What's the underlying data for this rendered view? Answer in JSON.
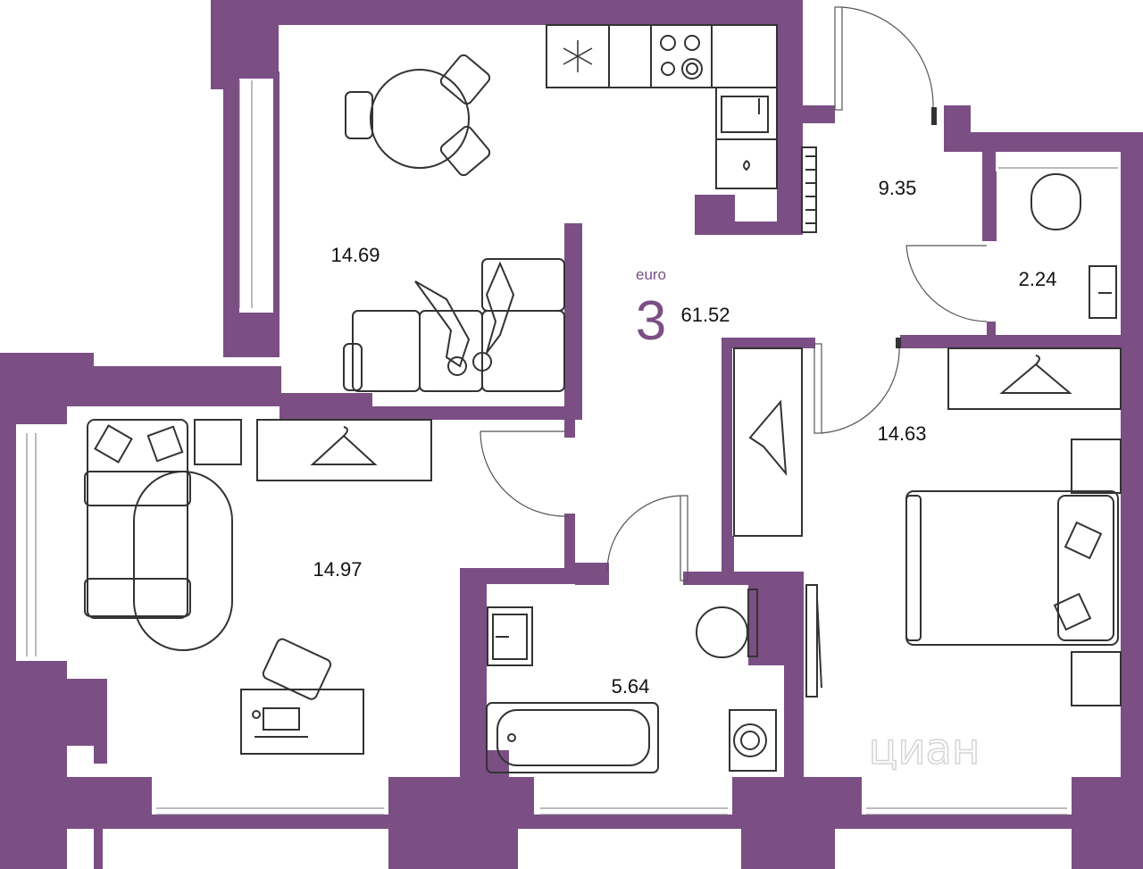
{
  "plan": {
    "room_count": "3",
    "layout_type": "euro",
    "total_area": "61.52",
    "rooms": [
      {
        "id": "kitchen-living",
        "area": "14.69"
      },
      {
        "id": "hallway",
        "area": "9.35"
      },
      {
        "id": "toilet",
        "area": "2.24"
      },
      {
        "id": "bedroom-left",
        "area": "14.97"
      },
      {
        "id": "bathroom",
        "area": "5.64"
      },
      {
        "id": "bedroom-right",
        "area": "14.63"
      }
    ]
  },
  "watermark": "циан",
  "colors": {
    "wall": "#7b4f84",
    "accent": "#7b4f84",
    "background": "#ffffff",
    "furniture_stroke": "#333333"
  }
}
